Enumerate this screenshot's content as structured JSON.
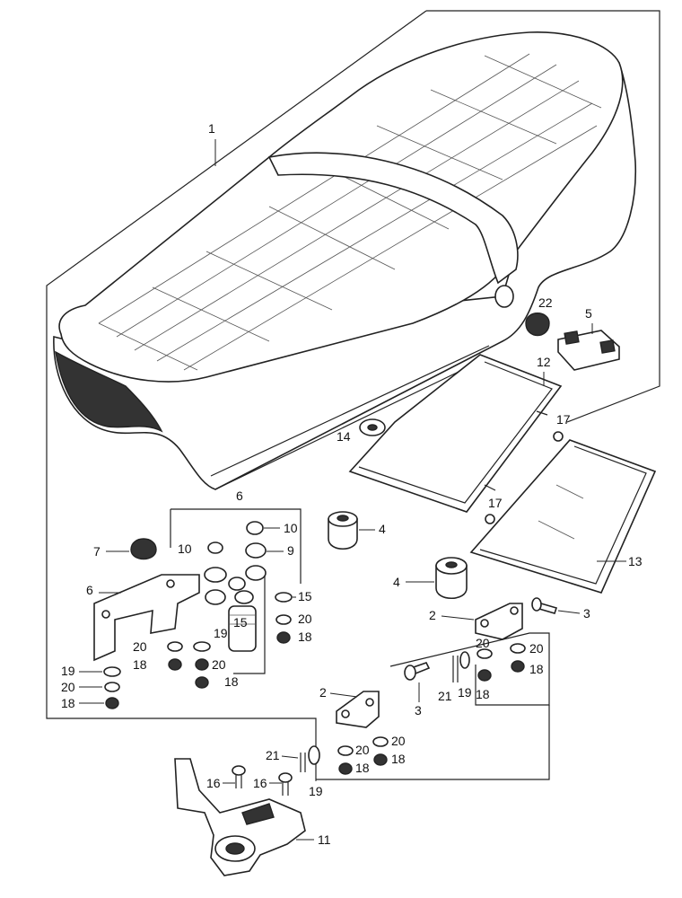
{
  "diagram": {
    "labels": {
      "p1": "1",
      "p2a": "2",
      "p2b": "2",
      "p3a": "3",
      "p3b": "3",
      "p4a": "4",
      "p4b": "4",
      "p5": "5",
      "p6a": "6",
      "p6b": "6",
      "p7": "7",
      "p9a": "9",
      "p9b": "9",
      "p10a": "10",
      "p10b": "10",
      "p11": "11",
      "p12": "12",
      "p13": "13",
      "p14": "14",
      "p15a": "15",
      "p15b": "15",
      "p16a": "16",
      "p16b": "16",
      "p17a": "17",
      "p17b": "17",
      "p18a": "18",
      "p18b": "18",
      "p18c": "18",
      "p18d": "18",
      "p18e": "18",
      "p18f": "18",
      "p18g": "18",
      "p19a": "19",
      "p19b": "19",
      "p19c": "19",
      "p19d": "19",
      "p20a": "20",
      "p20b": "20",
      "p20c": "20",
      "p20d": "20",
      "p20e": "20",
      "p20f": "20",
      "p20g": "20",
      "p20h": "20",
      "p21a": "21",
      "p21b": "21",
      "p22": "22"
    }
  }
}
